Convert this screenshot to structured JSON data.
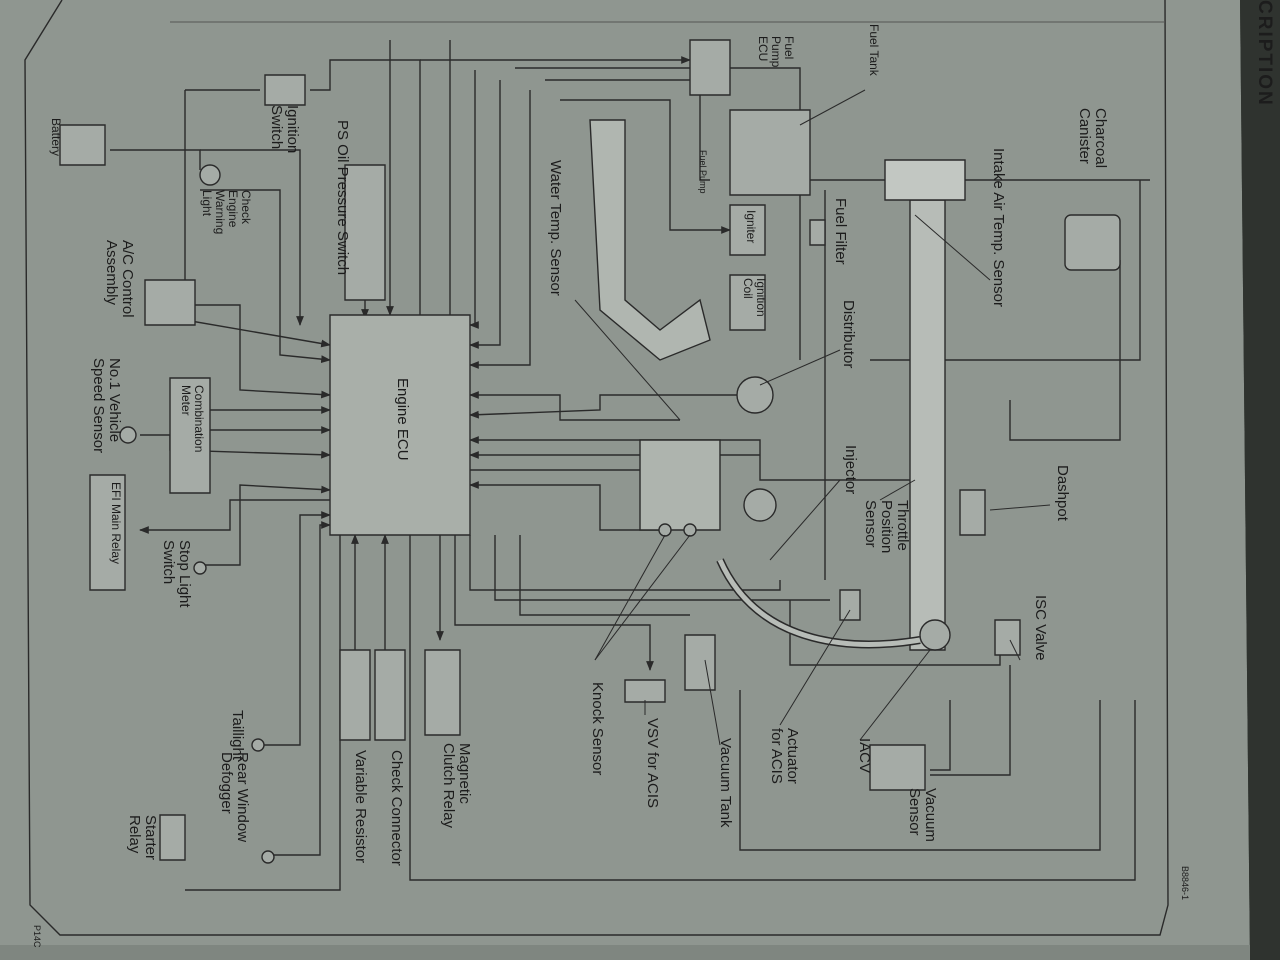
{
  "header": {
    "section_title": "CRIPTION"
  },
  "page": {
    "corner_code": "P14C",
    "figure_code": "B8846-1"
  },
  "ecu": {
    "label": "Engine ECU"
  },
  "labels": {
    "fuel_pump_ecu": "Fuel\nPump\nECU",
    "fuel_tank": "Fuel Tank",
    "fuel_pump": "Fuel Pump",
    "charcoal_canister": "Charcoal\nCanister",
    "intake_air_temp_sensor": "Intake Air Temp. Sensor",
    "fuel_filter": "Fuel Filter",
    "igniter": "Igniter",
    "ignition_coil": "Ignition\nCoil",
    "distributor": "Distributor",
    "water_temp_sensor": "Water Temp. Sensor",
    "injector": "Injector",
    "throttle_position_sensor": "Throttle\nPosition\nSensor",
    "dashpot": "Dashpot",
    "isc_valve": "ISC Valve",
    "iacv": "IACV",
    "vacuum_sensor": "Vacuum\nSensor",
    "actuator_acis": "Actuator\nfor ACIS",
    "vacuum_tank": "Vacuum Tank",
    "vsv_acis": "VSV for ACIS",
    "knock_sensor": "Knock Sensor",
    "magnetic_clutch_relay": "Magnetic\nClutch Relay",
    "check_connector": "Check Connector",
    "variable_resistor": "Variable Resistor",
    "starter_relay": "Starter\nRelay",
    "rear_window_defogger": "Rear Window\nDefogger",
    "taillight": "Taillight",
    "stop_light_switch": "Stop Light\nSwitch",
    "efi_main_relay": "EFI Main Relay",
    "no1_vehicle_speed_sensor": "No.1 Vehicle\nSpeed Sensor",
    "combination_meter": "Combination\nMeter",
    "ac_control_assembly": "A/C Control\nAssembly",
    "ps_oil_pressure_switch": "PS Oil Pressure Switch",
    "check_engine_light": "Check\nEngine\nWarning\nLight",
    "ignition_switch": "Ignition\nSwitch",
    "battery": "Battery"
  },
  "colors": {
    "paper": "#8f9690",
    "ink": "#2a2a2a",
    "background": "#3a3f3a"
  }
}
